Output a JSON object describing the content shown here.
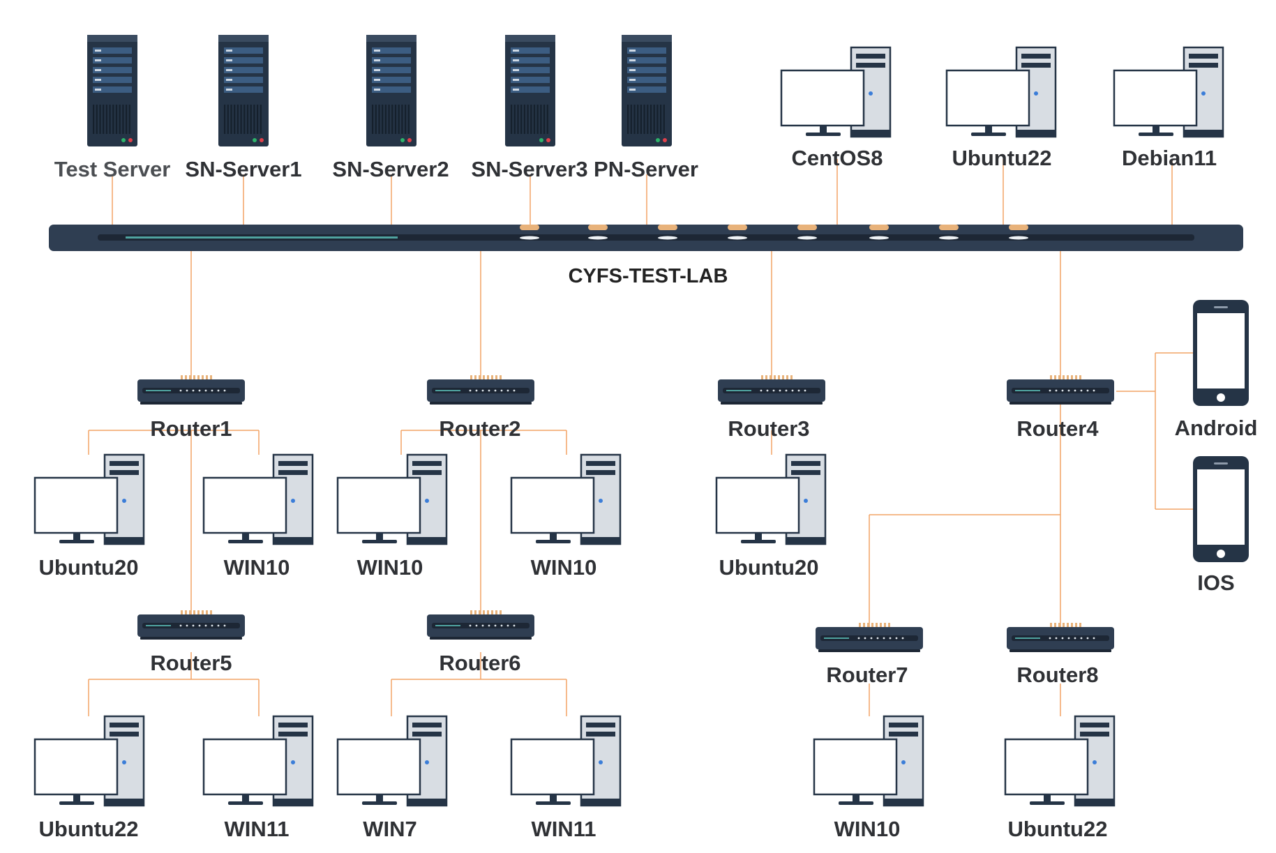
{
  "diagram": {
    "hub_label": "CYFS-TEST-LAB",
    "colors": {
      "link": "#f2a365",
      "switch": "#2f3e52",
      "device_dark": "#253446",
      "led": "#e8b27a"
    },
    "servers": [
      {
        "label": "Test Server",
        "icon": "rack-server-icon"
      },
      {
        "label": "SN-Server1",
        "icon": "rack-server-icon"
      },
      {
        "label": "SN-Server2",
        "icon": "rack-server-icon"
      },
      {
        "label": "SN-Server3",
        "icon": "rack-server-icon"
      },
      {
        "label": "PN-Server",
        "icon": "rack-server-icon"
      }
    ],
    "top_desktops": [
      "CentOS8",
      "Ubuntu22",
      "Debian11"
    ],
    "routers": [
      "Router1",
      "Router2",
      "Router3",
      "Router4",
      "Router5",
      "Router6",
      "Router7",
      "Router8"
    ],
    "router1_clients": [
      "Ubuntu20",
      "WIN10"
    ],
    "router2_clients": [
      "WIN10",
      "WIN10"
    ],
    "router3_clients": [
      "Ubuntu20"
    ],
    "router4_mobiles": [
      "Android",
      "IOS"
    ],
    "router5_clients": [
      "Ubuntu22",
      "WIN11"
    ],
    "router6_clients": [
      "WIN7",
      "WIN11"
    ],
    "router7_clients": [
      "WIN10"
    ],
    "router8_clients": [
      "Ubuntu22"
    ]
  }
}
